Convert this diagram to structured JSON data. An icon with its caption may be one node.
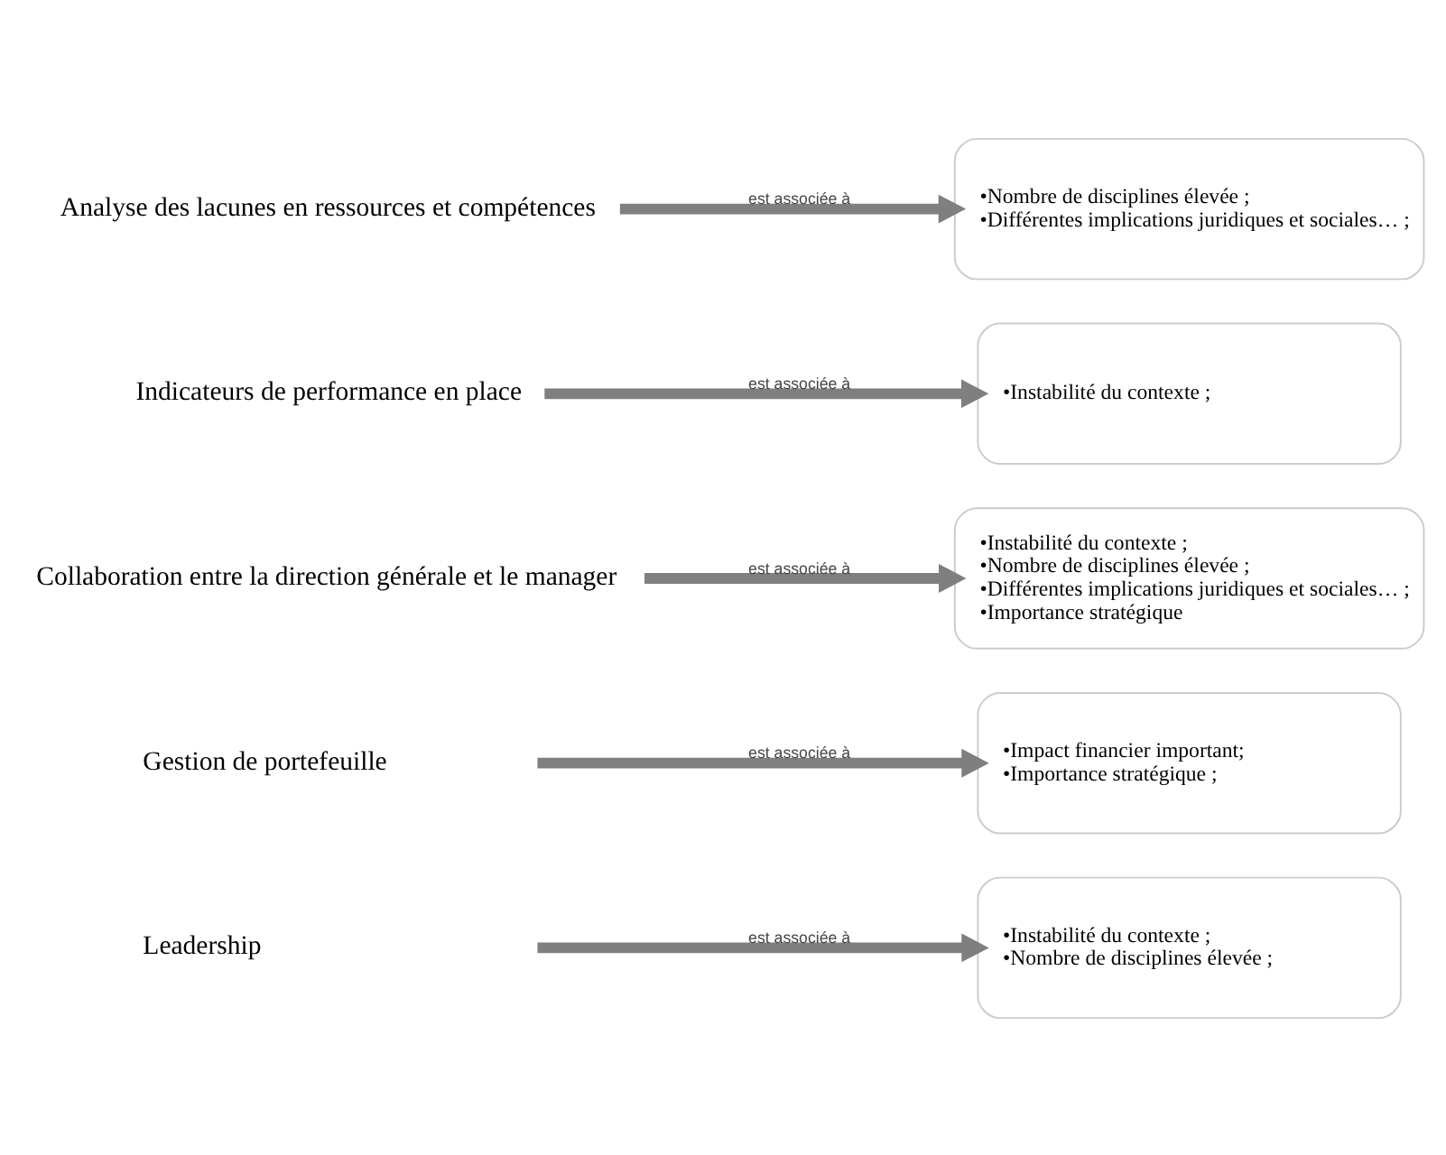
{
  "diagram": {
    "nodes": [
      {
        "text": [
          "Leadership"
        ]
      },
      {
        "text": [
          "•Instabilité du contexte ;",
          "•Nombre de disciplines élevée ;"
        ]
      },
      {
        "text": [
          "Gestion de portefeuille"
        ]
      },
      {
        "text": [
          "•Impact financier important;",
          "•Importance stratégique ;"
        ]
      },
      {
        "text": [
          "Collaboration entre la direction générale et le manager"
        ]
      },
      {
        "text": [
          "•Instabilité du contexte ;",
          "•Nombre de disciplines élevée ;",
          "•Différentes implications juridiques et sociales… ;",
          "•Importance stratégique"
        ]
      },
      {
        "text": [
          "Indicateurs de performance en place"
        ]
      },
      {
        "text": [
          "•Instabilité du contexte ;"
        ]
      },
      {
        "text": [
          "Analyse des lacunes en ressources et compétences"
        ]
      },
      {
        "text": [
          "•Nombre de disciplines élevée ;",
          "•Différentes implications juridiques et sociales… ;"
        ]
      }
    ],
    "edges": [
      {
        "from": 0,
        "to": 1,
        "arrow": "to",
        "label": "est associée à"
      },
      {
        "from": 2,
        "to": 3,
        "arrow": "to",
        "label": "est associée à"
      },
      {
        "from": 4,
        "to": 5,
        "arrow": "to",
        "label": "est associée à"
      },
      {
        "from": 6,
        "to": 7,
        "arrow": "to",
        "label": "est associée à"
      },
      {
        "from": 8,
        "to": 9,
        "arrow": "to",
        "label": "est associée à"
      }
    ]
  }
}
